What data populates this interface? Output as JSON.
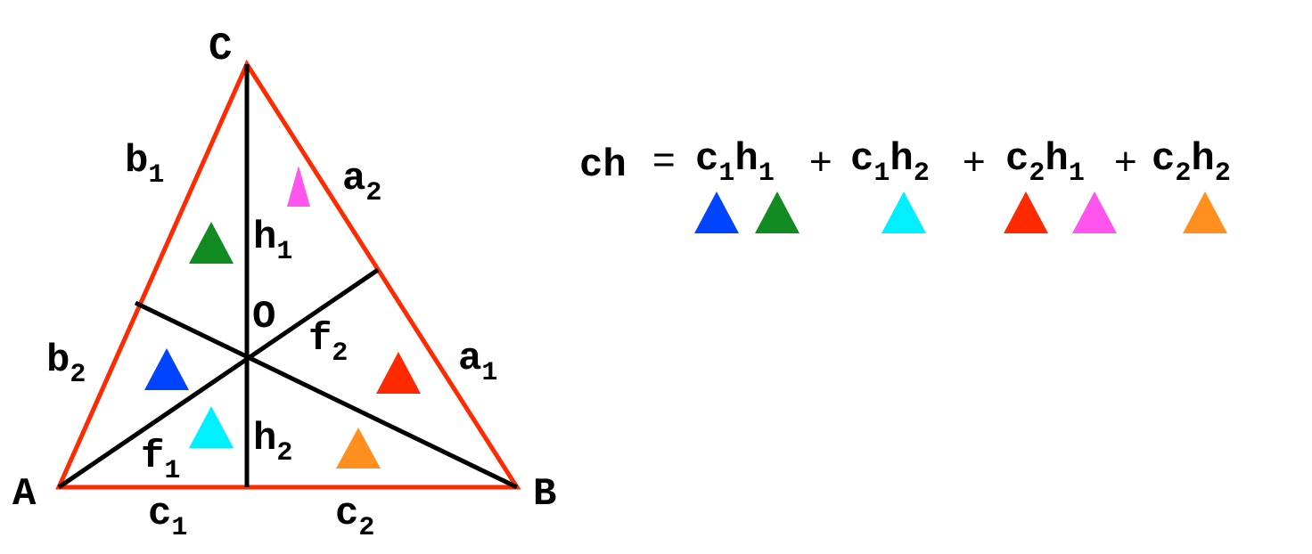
{
  "colors": {
    "outline": "#ff2a00",
    "lines": "#000000",
    "blue": "#0044ff",
    "green": "#118a22",
    "cyan": "#00f0ff",
    "red": "#ff2a00",
    "magenta": "#ff55ee",
    "orange": "#ff9020"
  },
  "vertices": {
    "a": "A",
    "b": "B",
    "c": "C",
    "o": "O"
  },
  "segments": {
    "b1": {
      "base": "b",
      "sub": "1"
    },
    "b2": {
      "base": "b",
      "sub": "2"
    },
    "a1": {
      "base": "a",
      "sub": "1"
    },
    "a2": {
      "base": "a",
      "sub": "2"
    },
    "c1": {
      "base": "c",
      "sub": "1"
    },
    "c2": {
      "base": "c",
      "sub": "2"
    },
    "h1": {
      "base": "h",
      "sub": "1"
    },
    "h2": {
      "base": "h",
      "sub": "2"
    },
    "f1": {
      "base": "f",
      "sub": "1"
    },
    "f2": {
      "base": "f",
      "sub": "2"
    }
  },
  "equation": {
    "lhs": "ch",
    "equals": "=",
    "plus": "+",
    "terms": [
      {
        "c": "c",
        "cs": "1",
        "h": "h",
        "hs": "1"
      },
      {
        "c": "c",
        "cs": "1",
        "h": "h",
        "hs": "2"
      },
      {
        "c": "c",
        "cs": "2",
        "h": "h",
        "hs": "1"
      },
      {
        "c": "c",
        "cs": "2",
        "h": "h",
        "hs": "2"
      }
    ]
  }
}
